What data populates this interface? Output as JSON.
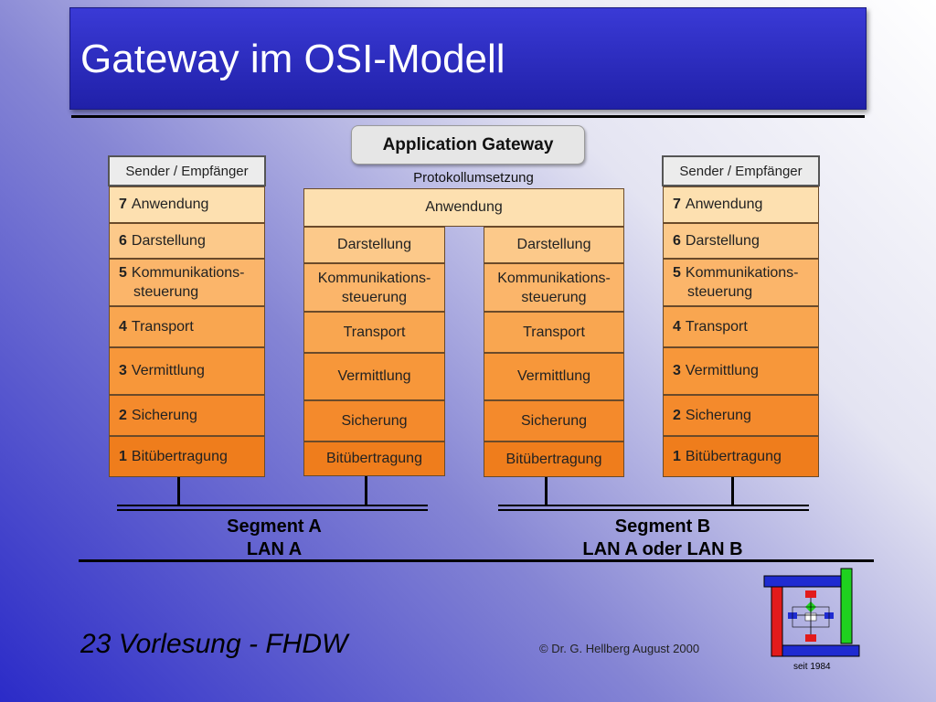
{
  "slide": {
    "title": "Gateway im OSI-Modell",
    "footer": "23 Vorlesung - FHDW",
    "copyright": "© Dr. G. Hellberg August 2000",
    "logo_caption": "seit 1984"
  },
  "gateway": {
    "label": "Application Gateway",
    "subtitle": "Protokollumsetzung"
  },
  "stack_left": {
    "header": "Sender / Empfänger",
    "layers": [
      {
        "num": "7",
        "name": "Anwendung"
      },
      {
        "num": "6",
        "name": "Darstellung"
      },
      {
        "num": "5",
        "name": "Kommunikations-",
        "name2": "steuerung"
      },
      {
        "num": "4",
        "name": "Transport"
      },
      {
        "num": "3",
        "name": "Vermittlung"
      },
      {
        "num": "2",
        "name": "Sicherung"
      },
      {
        "num": "1",
        "name": "Bitübertragung"
      }
    ]
  },
  "stack_right": {
    "header": "Sender / Empfänger",
    "layers": [
      {
        "num": "7",
        "name": "Anwendung"
      },
      {
        "num": "6",
        "name": "Darstellung"
      },
      {
        "num": "5",
        "name": "Kommunikations-",
        "name2": "steuerung"
      },
      {
        "num": "4",
        "name": "Transport"
      },
      {
        "num": "3",
        "name": "Vermittlung"
      },
      {
        "num": "2",
        "name": "Sicherung"
      },
      {
        "num": "1",
        "name": "Bitübertragung"
      }
    ]
  },
  "gateway_stack": {
    "shared_top": "Anwendung",
    "left_layers": [
      "Darstellung",
      "Kommunikations-",
      "Transport",
      "Vermittlung",
      "Sicherung",
      "Bitübertragung"
    ],
    "left_layers_line2": {
      "1": "steuerung"
    },
    "right_layers": [
      "Darstellung",
      "Kommunikations-",
      "Transport",
      "Vermittlung",
      "Sicherung",
      "Bitübertragung"
    ],
    "right_layers_line2": {
      "1": "steuerung"
    }
  },
  "segments": {
    "a": {
      "line1": "Segment A",
      "line2": "LAN A"
    },
    "b": {
      "line1": "Segment B",
      "line2": "LAN A oder LAN B"
    }
  },
  "colors": {
    "layer_7": "#fde0b0",
    "layer_6": "#fcc98a",
    "layer_5": "#fbb56a",
    "layer_4": "#f9a650",
    "layer_3": "#f7973a",
    "layer_2": "#f48a2c",
    "layer_1": "#ef7d1c",
    "logo_blue": "#1f2bd1",
    "logo_red": "#e21b1b",
    "logo_green": "#1fd11f"
  }
}
